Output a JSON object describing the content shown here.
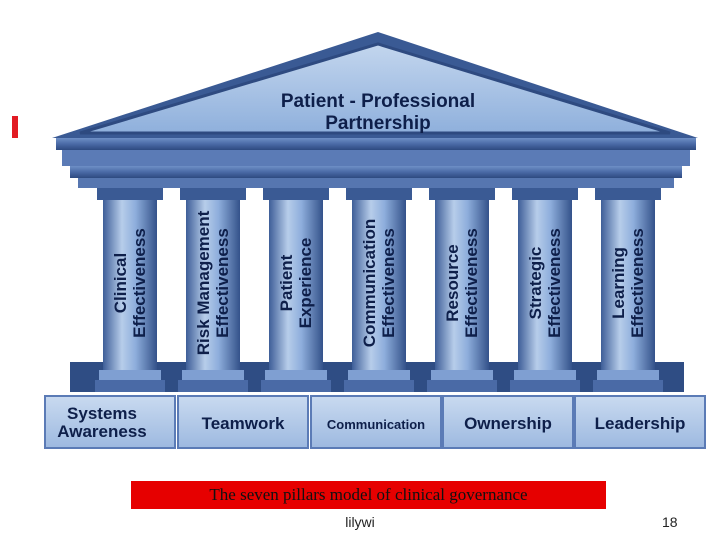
{
  "roof": {
    "line1": "Patient - Professional",
    "line2": "Partnership"
  },
  "pillars": [
    {
      "line1": "Clinical",
      "line2": "Effectiveness"
    },
    {
      "line1": "Risk Management",
      "line2": "Effectiveness"
    },
    {
      "line1": "Patient",
      "line2": "Experience"
    },
    {
      "line1": "Communication",
      "line2": "Effectiveness"
    },
    {
      "line1": "Resource",
      "line2": "Effectiveness"
    },
    {
      "line1": "Strategic",
      "line2": "Effectiveness"
    },
    {
      "line1": "Learning",
      "line2": "Effectiveness"
    }
  ],
  "base": [
    {
      "line1": "Systems",
      "line2": "Awareness"
    },
    {
      "line1": "Teamwork",
      "line2": ""
    },
    {
      "line1": "Communication",
      "line2": ""
    },
    {
      "line1": "Ownership",
      "line2": ""
    },
    {
      "line1": "Leadership",
      "line2": ""
    }
  ],
  "caption": "The seven pillars model of clinical governance",
  "footer": {
    "author": "lilywi",
    "page": "18"
  },
  "colors": {
    "stone": "#4f6fa8",
    "stone_light": "#a9c3e6",
    "text": "#0e1f4a",
    "caption_bg": "#e60000"
  }
}
